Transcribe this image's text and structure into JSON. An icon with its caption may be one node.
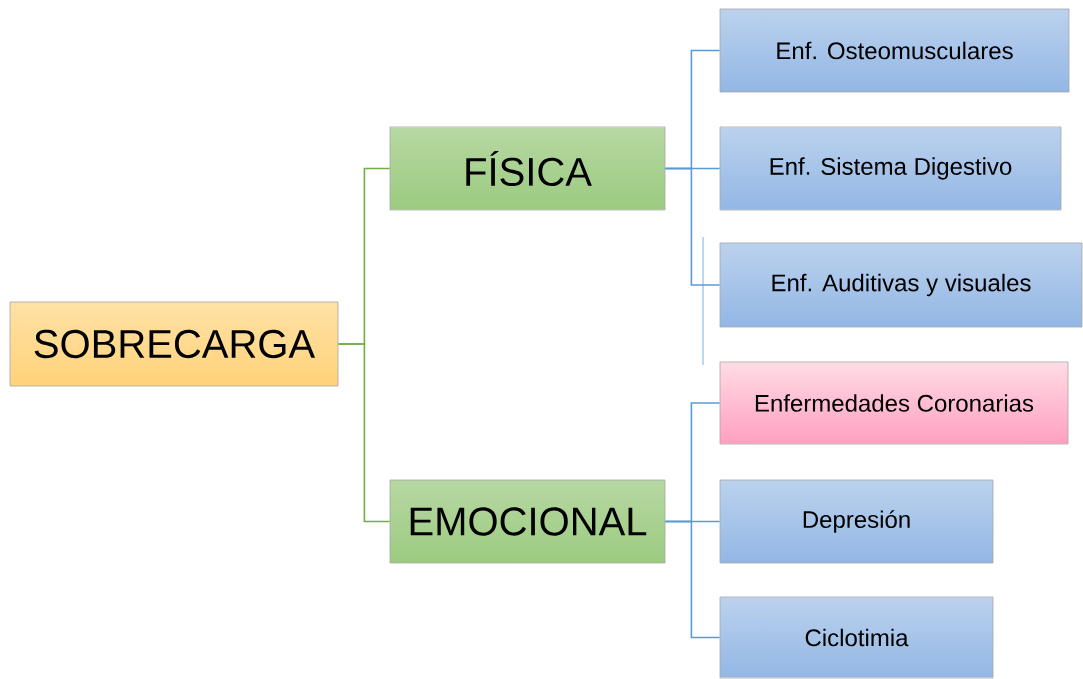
{
  "diagram": {
    "nodes": [
      {
        "text": [
          "SOBRECARGA"
        ]
      },
      {
        "text": [
          "FÍSICA"
        ]
      },
      {
        "text": [
          "EMOCIONAL"
        ]
      },
      {
        "text": [
          "Enf. Osteomusculares"
        ]
      },
      {
        "text": [
          "Enf. Sistema Digestivo"
        ]
      },
      {
        "text": [
          "Enf. Auditivas y visuales"
        ]
      },
      {
        "text": [
          "Enfermedades Coronarias"
        ]
      },
      {
        "text": [
          "Depresión"
        ]
      },
      {
        "text": [
          "Ciclotimia"
        ]
      }
    ],
    "edges": [
      {
        "from": 0,
        "to": 1,
        "arrow": "none",
        "color": "#70ad47"
      },
      {
        "from": 0,
        "to": 2,
        "arrow": "none",
        "color": "#70ad47"
      },
      {
        "from": 1,
        "to": 3,
        "arrow": "none"
      },
      {
        "from": 1,
        "to": 4,
        "arrow": "none"
      },
      {
        "from": 1,
        "to": 5,
        "arrow": "none"
      },
      {
        "from": 2,
        "to": 6,
        "arrow": "none"
      },
      {
        "from": 2,
        "to": 7,
        "arrow": "none"
      },
      {
        "from": 2,
        "to": 8,
        "arrow": "none"
      }
    ]
  }
}
